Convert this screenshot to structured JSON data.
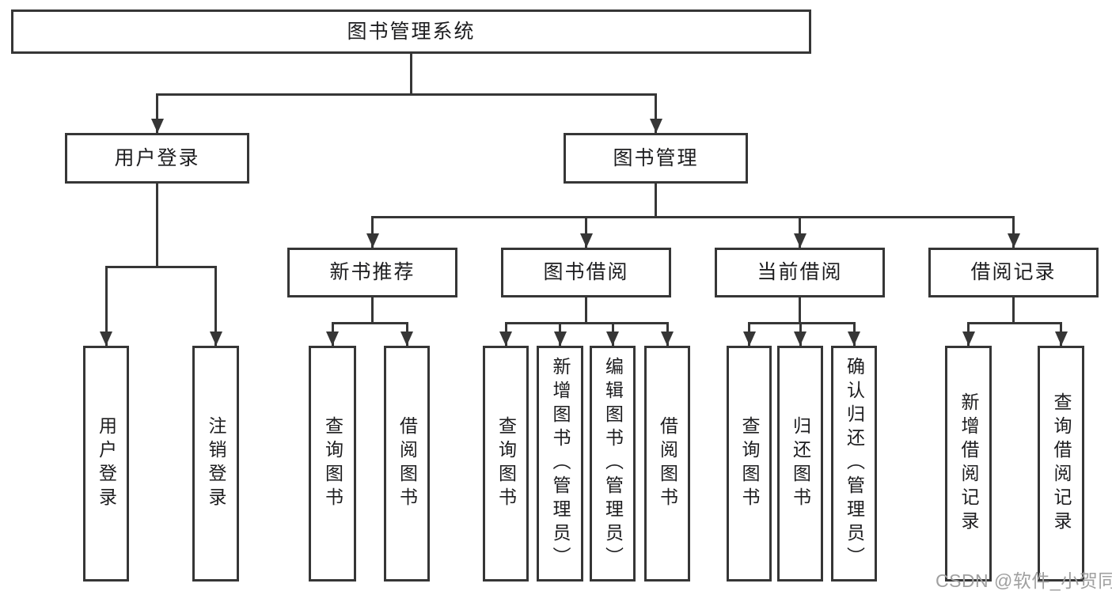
{
  "diagram": {
    "nodes": {
      "root": {
        "label": "图书管理系统"
      },
      "login": {
        "label": "用户登录"
      },
      "mgmt": {
        "label": "图书管理"
      },
      "newbook": {
        "label": "新书推荐"
      },
      "borrow": {
        "label": "图书借阅"
      },
      "current": {
        "label": "当前借阅"
      },
      "records": {
        "label": "借阅记录"
      },
      "user_login": {
        "label": "用户登录"
      },
      "logout": {
        "label": "注销登录"
      },
      "q1": {
        "label": "查询图书"
      },
      "b1": {
        "label": "借阅图书"
      },
      "q2": {
        "label": "查询图书"
      },
      "add": {
        "label": "新增图书（管理员）"
      },
      "edit": {
        "label": "编辑图书（管理员）"
      },
      "b2": {
        "label": "借阅图书"
      },
      "q3": {
        "label": "查询图书"
      },
      "ret": {
        "label": "归还图书"
      },
      "confirm": {
        "label": "确认归还（管理员）"
      },
      "addrec": {
        "label": "新增借阅记录"
      },
      "qrec": {
        "label": "查询借阅记录"
      }
    },
    "edges": [
      {
        "from": "root",
        "to": [
          "login",
          "mgmt"
        ]
      },
      {
        "from": "login",
        "to": [
          "user_login",
          "logout"
        ]
      },
      {
        "from": "mgmt",
        "to": [
          "newbook",
          "borrow",
          "current",
          "records"
        ]
      },
      {
        "from": "newbook",
        "to": [
          "q1",
          "b1"
        ]
      },
      {
        "from": "borrow",
        "to": [
          "q2",
          "add",
          "edit",
          "b2"
        ]
      },
      {
        "from": "current",
        "to": [
          "q3",
          "ret",
          "confirm"
        ]
      },
      {
        "from": "records",
        "to": [
          "addrec",
          "qrec"
        ]
      }
    ],
    "colors": {
      "line": "#363636",
      "text": "#1d1d1f",
      "watermark": "#a0a0a0",
      "background": "#ffffff"
    }
  },
  "watermark": {
    "text": "CSDN @软件_小贺同学"
  }
}
